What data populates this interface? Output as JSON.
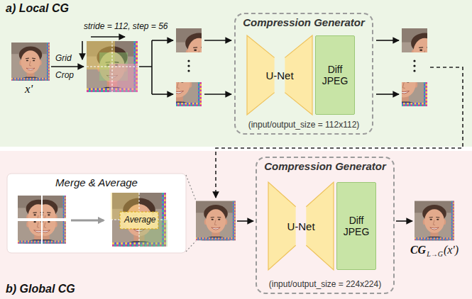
{
  "diagram": {
    "nodes": [
      {
        "text": [
          "a) Local CG"
        ]
      },
      {
        "text": [
          "Compression Generator",
          "(input/output_size = 112x112)"
        ],
        "in": 0
      },
      {
        "text": [
          "U-Net"
        ],
        "in": 1
      },
      {
        "text": [
          "Diff JPEG"
        ],
        "in": 1
      },
      {
        "text": [
          "b) Global CG"
        ]
      },
      {
        "text": [
          "Merge & Average"
        ],
        "in": 4
      },
      {
        "text": [
          "Compression Generator",
          "(input/output_size = 224x224)"
        ],
        "in": 4
      },
      {
        "text": [
          "U-Net"
        ],
        "in": 6
      },
      {
        "text": [
          "Diff JPEG"
        ],
        "in": 6
      }
    ],
    "labels": [
      "stride = 112, step = 56",
      "Grid",
      "Crop",
      "x'",
      "Average",
      "CG",
      "L→G",
      "(x')"
    ]
  }
}
